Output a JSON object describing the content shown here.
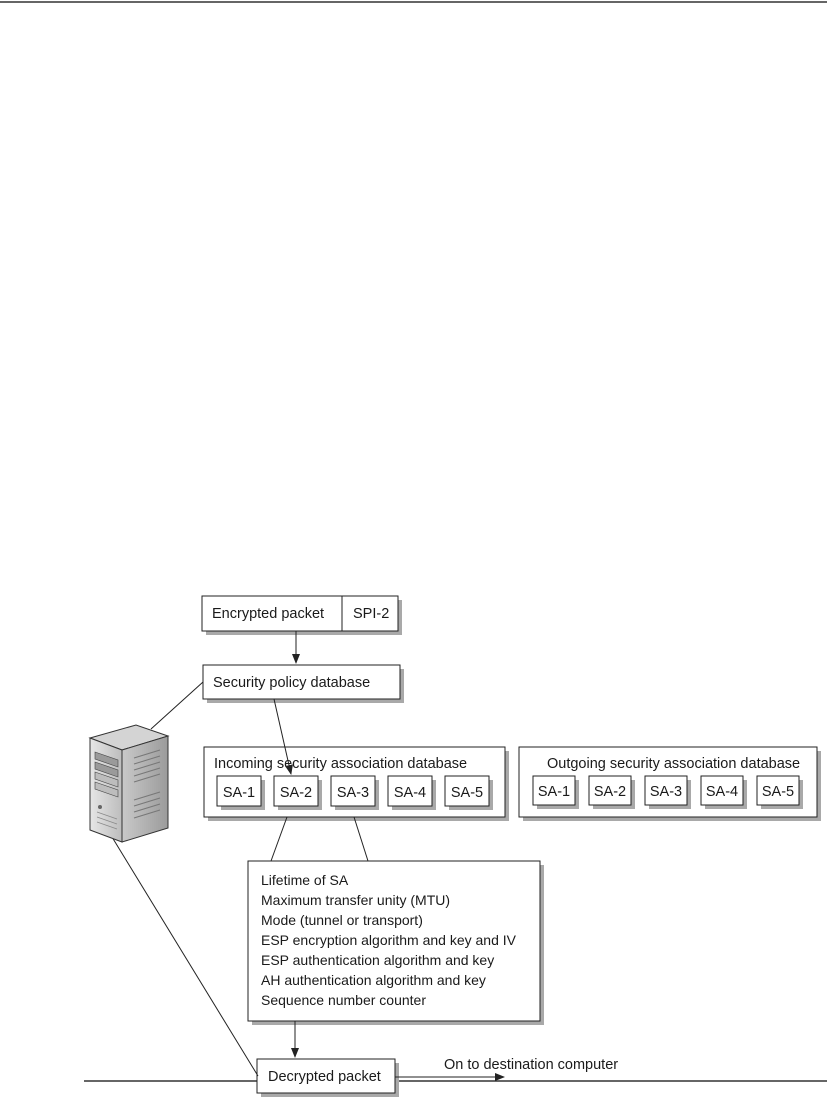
{
  "encrypted_packet": {
    "label": "Encrypted packet",
    "spi": "SPI-2"
  },
  "policy_db": {
    "label": "Security policy database"
  },
  "incoming_db": {
    "title": "Incoming security association database",
    "entries": [
      "SA-1",
      "SA-2",
      "SA-3",
      "SA-4",
      "SA-5"
    ]
  },
  "outgoing_db": {
    "title": "Outgoing security association database",
    "entries": [
      "SA-1",
      "SA-2",
      "SA-3",
      "SA-4",
      "SA-5"
    ]
  },
  "sa_details": [
    "Lifetime of SA",
    "Maximum transfer unity (MTU)",
    "Mode (tunnel or transport)",
    "ESP encryption algorithm and key and IV",
    "ESP authentication algorithm and key",
    "AH authentication algorithm and key",
    "Sequence number counter"
  ],
  "decrypted_packet": {
    "label": "Decrypted packet"
  },
  "destination": {
    "label": "On to destination computer"
  },
  "server_icon": "server-tower-icon",
  "colors": {
    "line": "#222222",
    "shadow": "#a9a9a9",
    "box_fill": "#ffffff"
  }
}
